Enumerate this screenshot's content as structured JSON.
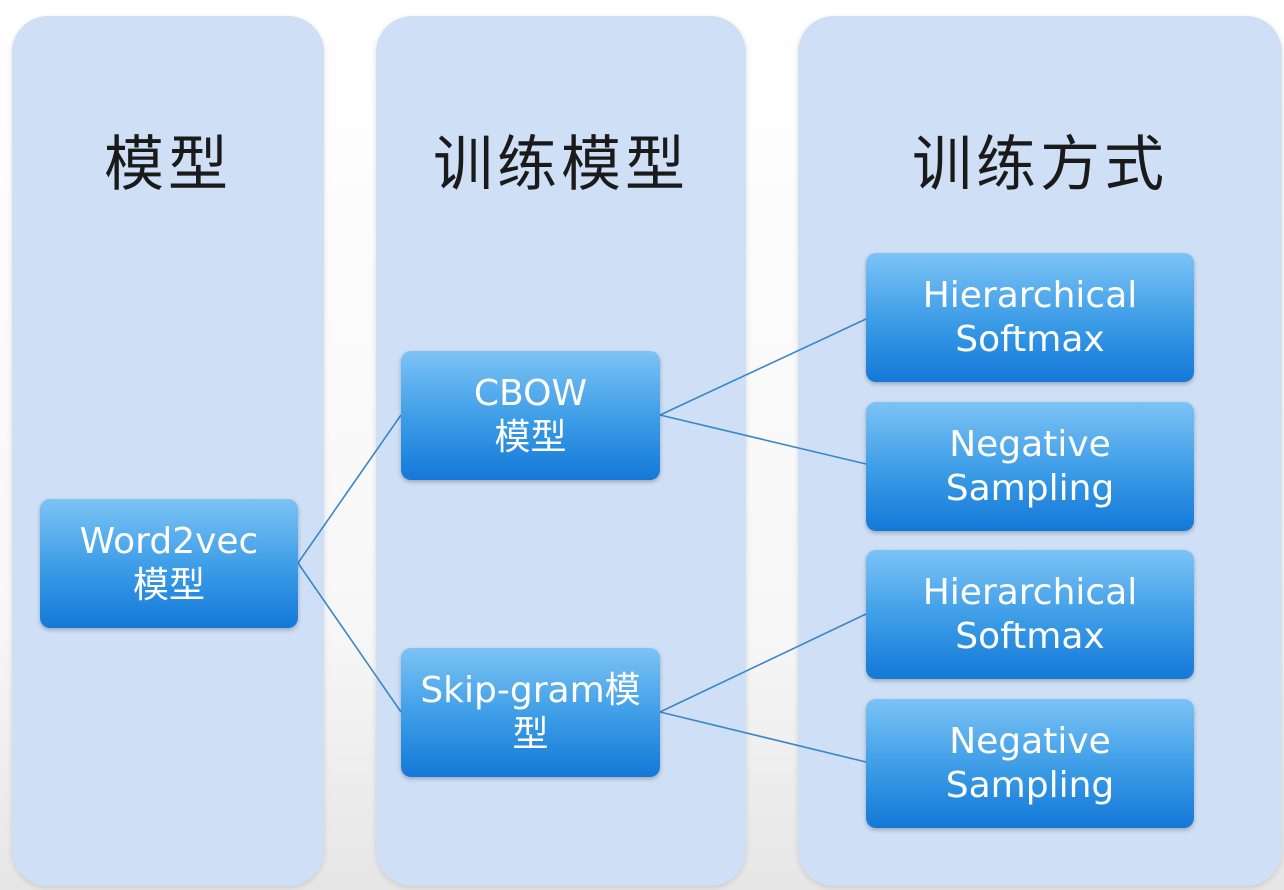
{
  "columns": {
    "model": {
      "title": "模型"
    },
    "training_model": {
      "title": "训练模型"
    },
    "training_method": {
      "title": "训练方式"
    }
  },
  "nodes": {
    "word2vec": {
      "line1": "Word2vec",
      "line2": "模型"
    },
    "cbow": {
      "line1": "CBOW",
      "line2": "模型"
    },
    "skipgram": {
      "line1": "Skip-gram模",
      "line2": "型"
    },
    "hs_cbow": {
      "line1": "Hierarchical",
      "line2": "Softmax"
    },
    "ns_cbow": {
      "line1": "Negative",
      "line2": "Sampling"
    },
    "hs_skipgram": {
      "line1": "Hierarchical",
      "line2": "Softmax"
    },
    "ns_skipgram": {
      "line1": "Negative",
      "line2": "Sampling"
    }
  },
  "colors": {
    "column_bg": "#cfdff5",
    "node_gradient_top": "#7cc3f5",
    "node_gradient_bottom": "#1478d8",
    "connector": "#3a87c8"
  }
}
